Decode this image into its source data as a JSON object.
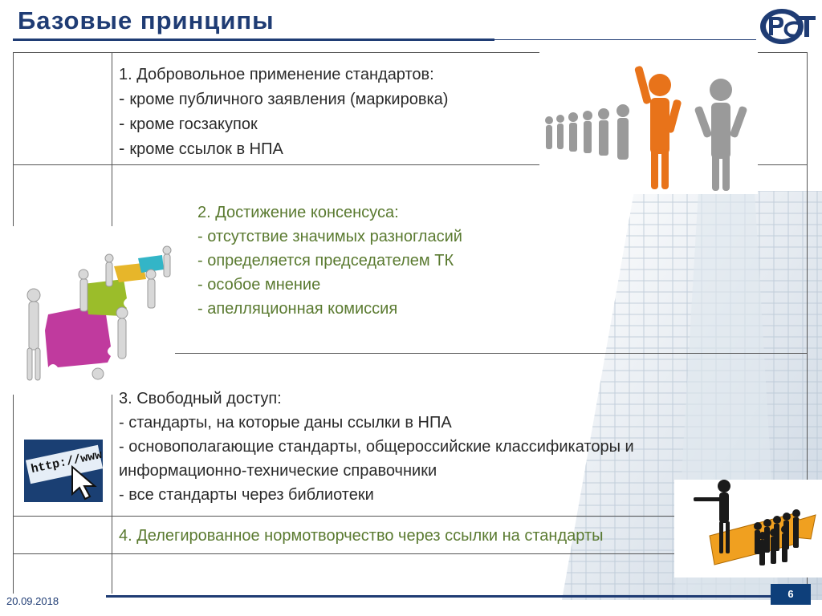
{
  "header": {
    "title": "Базовые принципы"
  },
  "section1": {
    "heading": "1. Добровольное применение стандартов:",
    "bullets": [
      "кроме публичного заявления (маркировка)",
      "кроме госзакупок",
      "кроме ссылок в НПА"
    ]
  },
  "section2": {
    "heading": "2. Достижение консенсуса:",
    "lines": [
      "- отсутствие значимых разногласий",
      "- определяется председателем ТК",
      "- особое мнение",
      "- апелляционная комиссия"
    ]
  },
  "section3": {
    "heading": "3. Свободный доступ:",
    "lines": [
      "- стандарты, на которые даны ссылки в НПА",
      "- основополагающие стандарты, общероссийские классификаторы и",
      "информационно-технические справочники",
      "- все стандарты через библиотеки"
    ]
  },
  "section4": {
    "heading": "4. Делегированное нормотворчество через ссылки на стандарты"
  },
  "images": {
    "http_label": "http://www"
  },
  "footer": {
    "date": "20.09.2018",
    "page": "6"
  },
  "colors": {
    "brand": "#1f3c74",
    "green": "#5a7a30",
    "orange": "#e8731a"
  }
}
